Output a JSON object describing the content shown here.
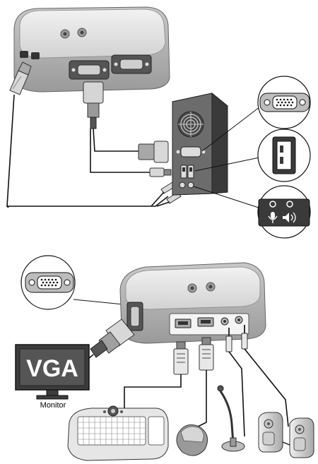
{
  "monitor": {
    "screen_text": "VGA",
    "label": "Monitor"
  },
  "colors": {
    "line": "#111111",
    "device_light": "#e2e2e2",
    "device_mid": "#bdbdbd",
    "device_dark": "#8a8a8a",
    "tower_dark": "#3a3a3a",
    "screen": "#3c3c3c"
  },
  "icons": [
    "kvm-switch",
    "vga-port-icon",
    "usb-port-icon",
    "audio-jacks-icon",
    "computer-tower",
    "monitor",
    "keyboard",
    "mouse",
    "microphone",
    "speakers"
  ]
}
